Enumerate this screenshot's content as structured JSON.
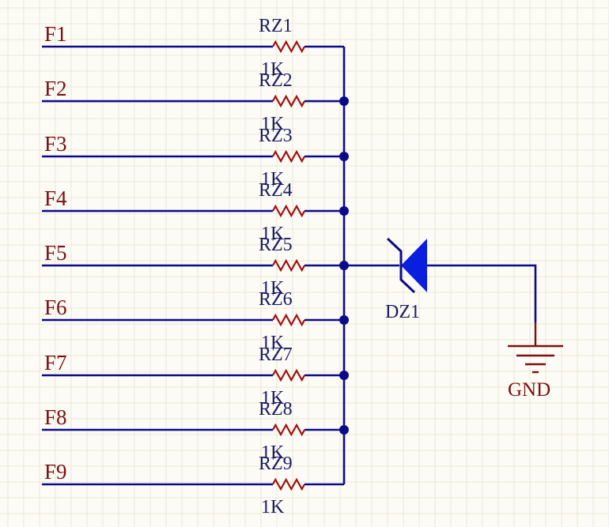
{
  "rows": [
    {
      "net": "F1",
      "designator": "RZ1",
      "value": "1K",
      "junction": false
    },
    {
      "net": "F2",
      "designator": "RZ2",
      "value": "1K",
      "junction": true
    },
    {
      "net": "F3",
      "designator": "RZ3",
      "value": "1K",
      "junction": true
    },
    {
      "net": "F4",
      "designator": "RZ4",
      "value": "1K",
      "junction": true
    },
    {
      "net": "F5",
      "designator": "RZ5",
      "value": "1K",
      "junction": true
    },
    {
      "net": "F6",
      "designator": "RZ6",
      "value": "1K",
      "junction": true
    },
    {
      "net": "F7",
      "designator": "RZ7",
      "value": "1K",
      "junction": true
    },
    {
      "net": "F8",
      "designator": "RZ8",
      "value": "1K",
      "junction": true
    },
    {
      "net": "F9",
      "designator": "RZ9",
      "value": "1K",
      "junction": false
    }
  ],
  "diode": {
    "designator": "DZ1"
  },
  "ground": {
    "label": "GND"
  },
  "colors": {
    "background": "#fcfbf5",
    "wire": "#0b0b8a",
    "resistor": "#a01010",
    "diode": "#0a1ee0",
    "net_label": "#7a1010"
  }
}
